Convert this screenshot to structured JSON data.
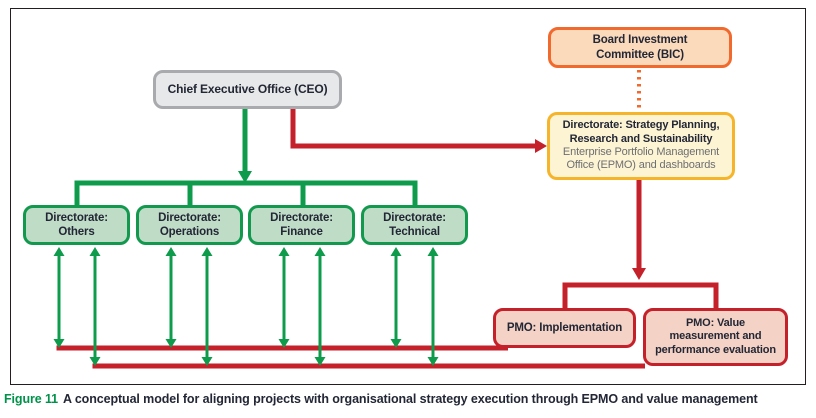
{
  "palette": {
    "green": "#0e9c4c",
    "red": "#c5212b",
    "orange_dotted": "#f1692c",
    "gold_border": "#f6b42b",
    "gray_border": "#a8aaad",
    "ink": "#232735",
    "muted": "#6d6e71",
    "caption_green": "#00924a"
  },
  "nodes": {
    "ceo": {
      "label": "Chief Executive Office (CEO)"
    },
    "bic": {
      "label": "Board Investment\nCommittee (BIC)"
    },
    "epmo": {
      "title": "Directorate: Strategy Planning,\nResearch and Sustainability",
      "subtitle": "Enterprise Portfolio Management\nOffice (EPMO) and dashboards"
    },
    "dir_others": {
      "label": "Directorate:\nOthers"
    },
    "dir_operations": {
      "label": "Directorate:\nOperations"
    },
    "dir_finance": {
      "label": "Directorate:\nFinance"
    },
    "dir_technical": {
      "label": "Directorate:\nTechnical"
    },
    "pmo_implementation": {
      "label": "PMO: Implementation"
    },
    "pmo_value": {
      "label": "PMO: Value\nmeasurement and\nperformance evaluation"
    }
  },
  "caption": {
    "label": "Figure 11",
    "text": "A conceptual model for aligning projects with organisational strategy execution through EPMO and value management"
  }
}
